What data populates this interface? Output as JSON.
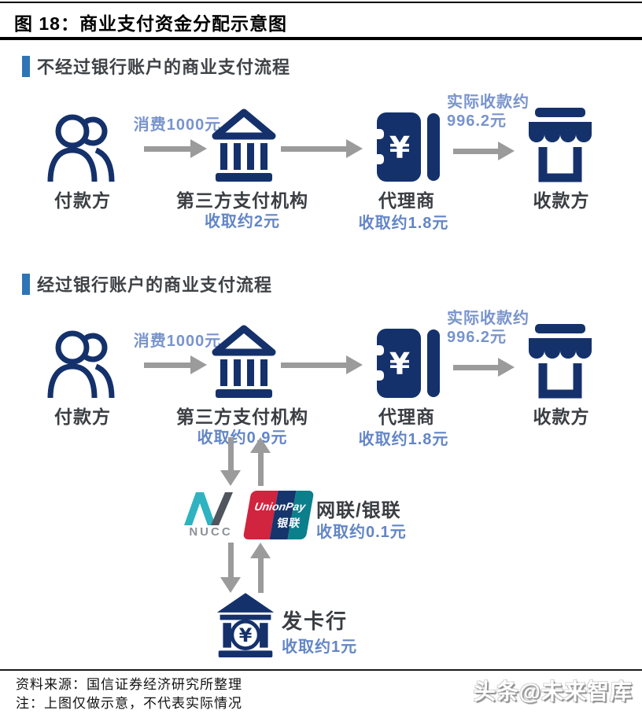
{
  "title": "图 18：商业支付资金分配示意图",
  "sections": {
    "no_bank_heading": "不经过银行账户的商业支付流程",
    "bank_heading": "经过银行账户的商业支付流程"
  },
  "flow1": {
    "payer_label": "付款方",
    "consume_label": "消费1000元",
    "processor_label": "第三方支付机构",
    "processor_fee": "收取约2元",
    "agent_label": "代理商",
    "agent_fee": "收取约1.8元",
    "received_line1": "实际收款约",
    "received_line2": "996.2元",
    "payee_label": "收款方"
  },
  "flow2": {
    "payer_label": "付款方",
    "consume_label": "消费1000元",
    "processor_label": "第三方支付机构",
    "processor_fee": "收取约0.9元",
    "agent_label": "代理商",
    "agent_fee": "收取约1.8元",
    "received_line1": "实际收款约",
    "received_line2": "996.2元",
    "payee_label": "收款方",
    "clearing_label": "网联/银联",
    "clearing_fee": "收取约0.1元",
    "nucc_caption": "NUCC",
    "unionpay_en": "UnionPay",
    "unionpay_cn": "银联",
    "issuer_label": "发卡行",
    "issuer_fee": "收取约1元"
  },
  "icons": {
    "yuan": "¥"
  },
  "footer": {
    "source": "资料来源：国信证券经济研究所整理",
    "note": "注：上图仅做示意，不代表实际情况",
    "watermark": "头条@未来智库"
  },
  "colors": {
    "icon_navy": "#14316b",
    "section_bar_blue": "#2e75b6",
    "fee_blue": "#6386c6",
    "arrow_gray": "#9b9b9b",
    "nucc_teal": "#2fb3c0",
    "unionpay_red": "#d0243f",
    "unionpay_navy": "#16356d",
    "unionpay_teal": "#0b7f8c"
  }
}
